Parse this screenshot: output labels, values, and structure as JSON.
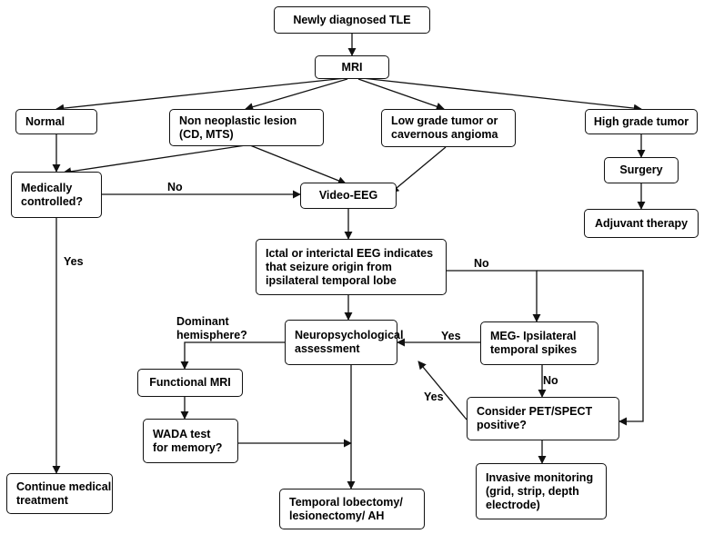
{
  "nodes": {
    "newly_diagnosed": "Newly diagnosed TLE",
    "mri": "MRI",
    "normal": "Normal",
    "non_neoplastic": "Non neoplastic lesion\n(CD, MTS)",
    "low_grade": "Low grade tumor or\ncavernous angioma",
    "high_grade": "High grade tumor",
    "medically_controlled": "Medically\ncontrolled?",
    "video_eeg": "Video-EEG",
    "surgery": "Surgery",
    "adjuvant": "Adjuvant therapy",
    "ictal_eeg": "Ictal or interictal EEG indicates\nthat seizure origin from\nipsilateral temporal lobe",
    "neuropsych": "Neuropsychological\nassessment",
    "meg": "MEG- Ipsilateral\ntemporal spikes",
    "functional_mri": "Functional MRI",
    "wada": "WADA test\nfor memory?",
    "pet_spect": "Consider PET/SPECT\npositive?",
    "continue_treatment": "Continue medical\ntreatment",
    "temporal_lobectomy": "Temporal lobectomy/\nlesionectomy/ AH",
    "invasive_monitoring": "Invasive monitoring\n(grid, strip, depth\nelectrode)"
  },
  "edge_labels": {
    "no_medically": "No",
    "yes_medically": "Yes",
    "no_ictal": "No",
    "dominant": "Dominant\nhemisphere?",
    "yes_meg": "Yes",
    "no_meg": "No",
    "yes_pet": "Yes"
  },
  "colors": {
    "line": "#111111",
    "background": "#ffffff"
  }
}
